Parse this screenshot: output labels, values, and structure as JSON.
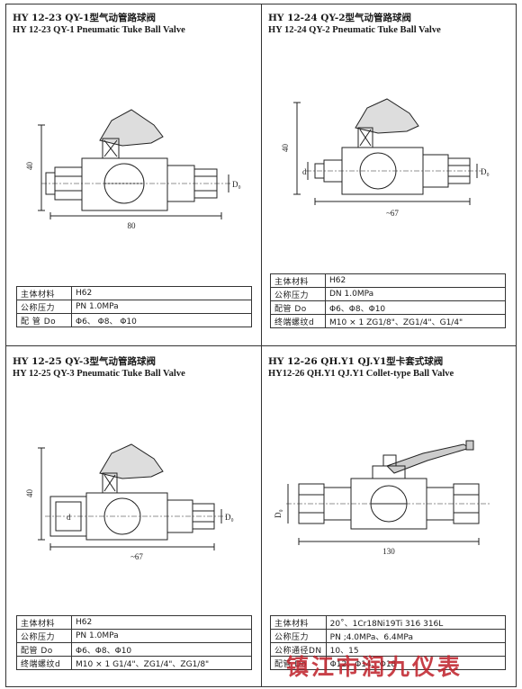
{
  "panels": [
    {
      "id": "qy1",
      "title_cn": "HY 12-23 QY-1型气动管路球阀",
      "title_en": "HY 12-23 QY-1 Pneumatic Tuke Ball Valve",
      "dims": {
        "height": "40",
        "length": "80",
        "port": "D₀"
      },
      "specs": [
        {
          "key": "主体材料",
          "value": "H62"
        },
        {
          "key": "公称压力",
          "value": "PN 1.0MPa"
        },
        {
          "key": "配 管 Do",
          "value": "Φ6、 Φ8、 Φ10"
        }
      ]
    },
    {
      "id": "qy2",
      "title_cn": "HY 12-24 QY-2型气动管路球阀",
      "title_en": "HY 12-24 QY-2 Pneumatic Tuke Ball Valve",
      "dims": {
        "height": "40",
        "length": "~67",
        "d": "d",
        "port": "D₀"
      },
      "specs": [
        {
          "key": "主体材料",
          "value": "H62"
        },
        {
          "key": "公称压力",
          "value": "DN 1.0MPa"
        },
        {
          "key": "配管 Do",
          "value": "Φ6、Φ8、Φ10"
        },
        {
          "key": "终端螺纹d",
          "value": "M10 × 1 ZG1/8\"、ZG1/4\"、G1/4\""
        }
      ]
    },
    {
      "id": "qy3",
      "title_cn": "HY 12-25 QY-3型气动管路球阀",
      "title_en": "HY 12-25  QY-3 Pneumatic Tuke Ball Valve",
      "dims": {
        "height": "40",
        "length": "~67",
        "d": "d",
        "port": "D₀"
      },
      "specs": [
        {
          "key": "主体材料",
          "value": "H62"
        },
        {
          "key": "公称压力",
          "value": "PN 1.0MPa"
        },
        {
          "key": "配管 Do",
          "value": "Φ6、Φ8、Φ10"
        },
        {
          "key": "终端螺纹d",
          "value": "M10 × 1 G1/4\"、ZG1/4\"、ZG1/8\""
        }
      ]
    },
    {
      "id": "qh",
      "title_cn": "HY 12-26 QH.Y1 QJ.Y1型卡套式球阀",
      "title_en": "HY12-26  QH.Y1 QJ.Y1 Collet-type Ball Valve",
      "dims": {
        "length": "130",
        "port": "D₀"
      },
      "specs": [
        {
          "key": "主体材料",
          "value": "20˚、1Cr18Ni19Ti 316 316L"
        },
        {
          "key": "公称压力",
          "value": "PN ;4.0MPa、6.4MPa"
        },
        {
          "key": "公称通径DN",
          "value": "10、15"
        },
        {
          "key": "配管 Do",
          "value": "Φ12、Φ14、Φ18"
        }
      ]
    }
  ],
  "watermark": "镇江市润九仪表"
}
